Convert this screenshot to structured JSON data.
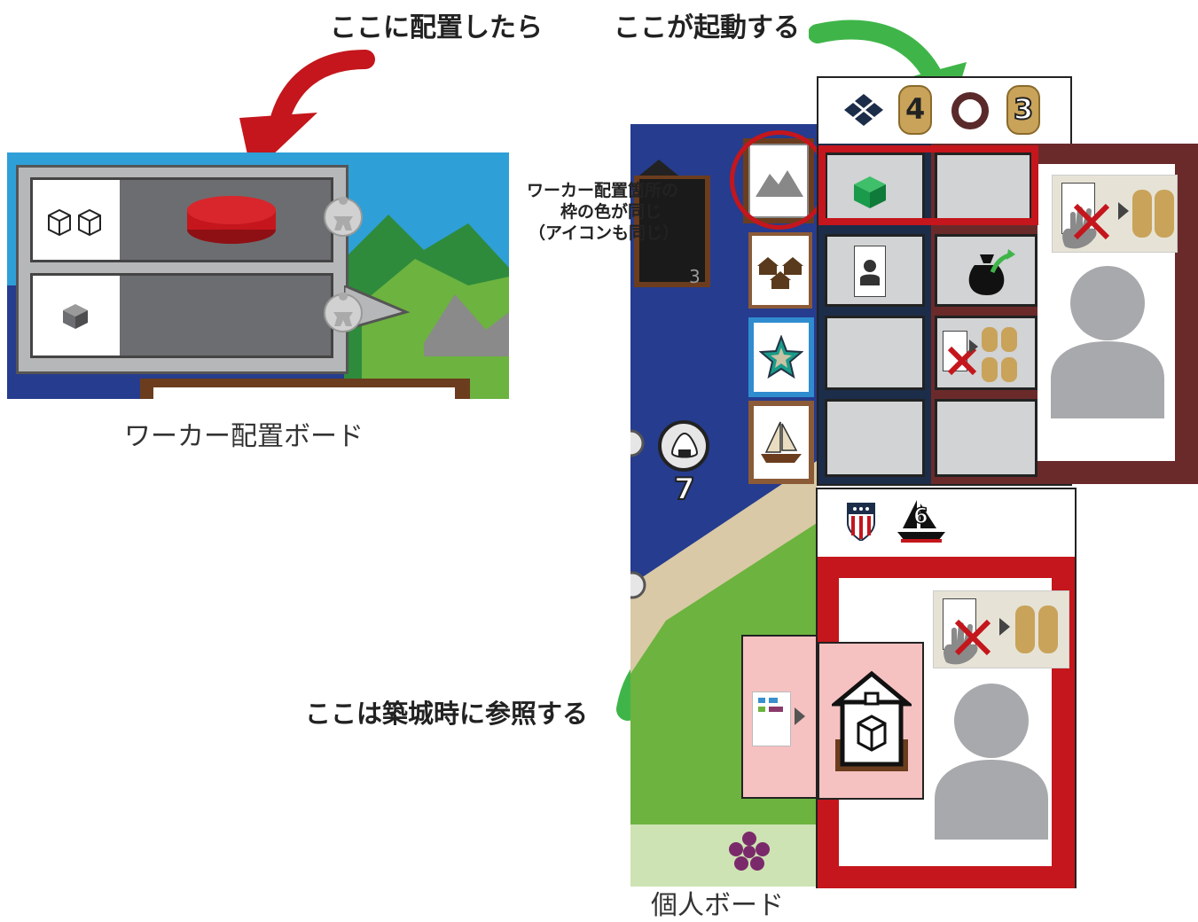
{
  "annotations": {
    "place_here": "ここに配置したら",
    "activates_here": "ここが起動する",
    "same_frame_color_line1": "ワーカー配置箇所の",
    "same_frame_color_line2": "枠の色が同じ",
    "same_frame_color_line3": "（アイコンも同じ）",
    "refer_at_castle": "ここは築城時に参照する"
  },
  "captions": {
    "worker_board": "ワーカー配置ボード",
    "personal_board": "個人ボード"
  },
  "game_board": {
    "coin_count_top": "4",
    "bag_count": "3",
    "house_count": "3",
    "onigiri_count": "7",
    "ship_number": "6"
  },
  "colors": {
    "frame_red": "#c4161c",
    "frame_brown": "#6b2a2a",
    "arrow_red": "#c4161c",
    "arrow_green": "#3fb549",
    "sea_blue": "#263c8e",
    "grass_green": "#6cb33f",
    "action_green": "#1a9b4b"
  }
}
